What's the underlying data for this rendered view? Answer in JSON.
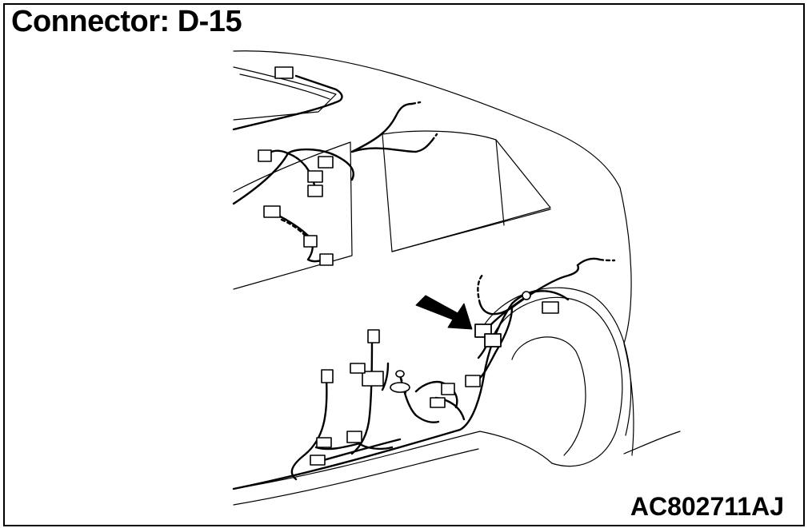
{
  "title": "Connector: D-15",
  "figure_code": "AC802711AJ",
  "colors": {
    "line": "#000000",
    "background": "#ffffff"
  },
  "arrow_target": "connector D-15"
}
